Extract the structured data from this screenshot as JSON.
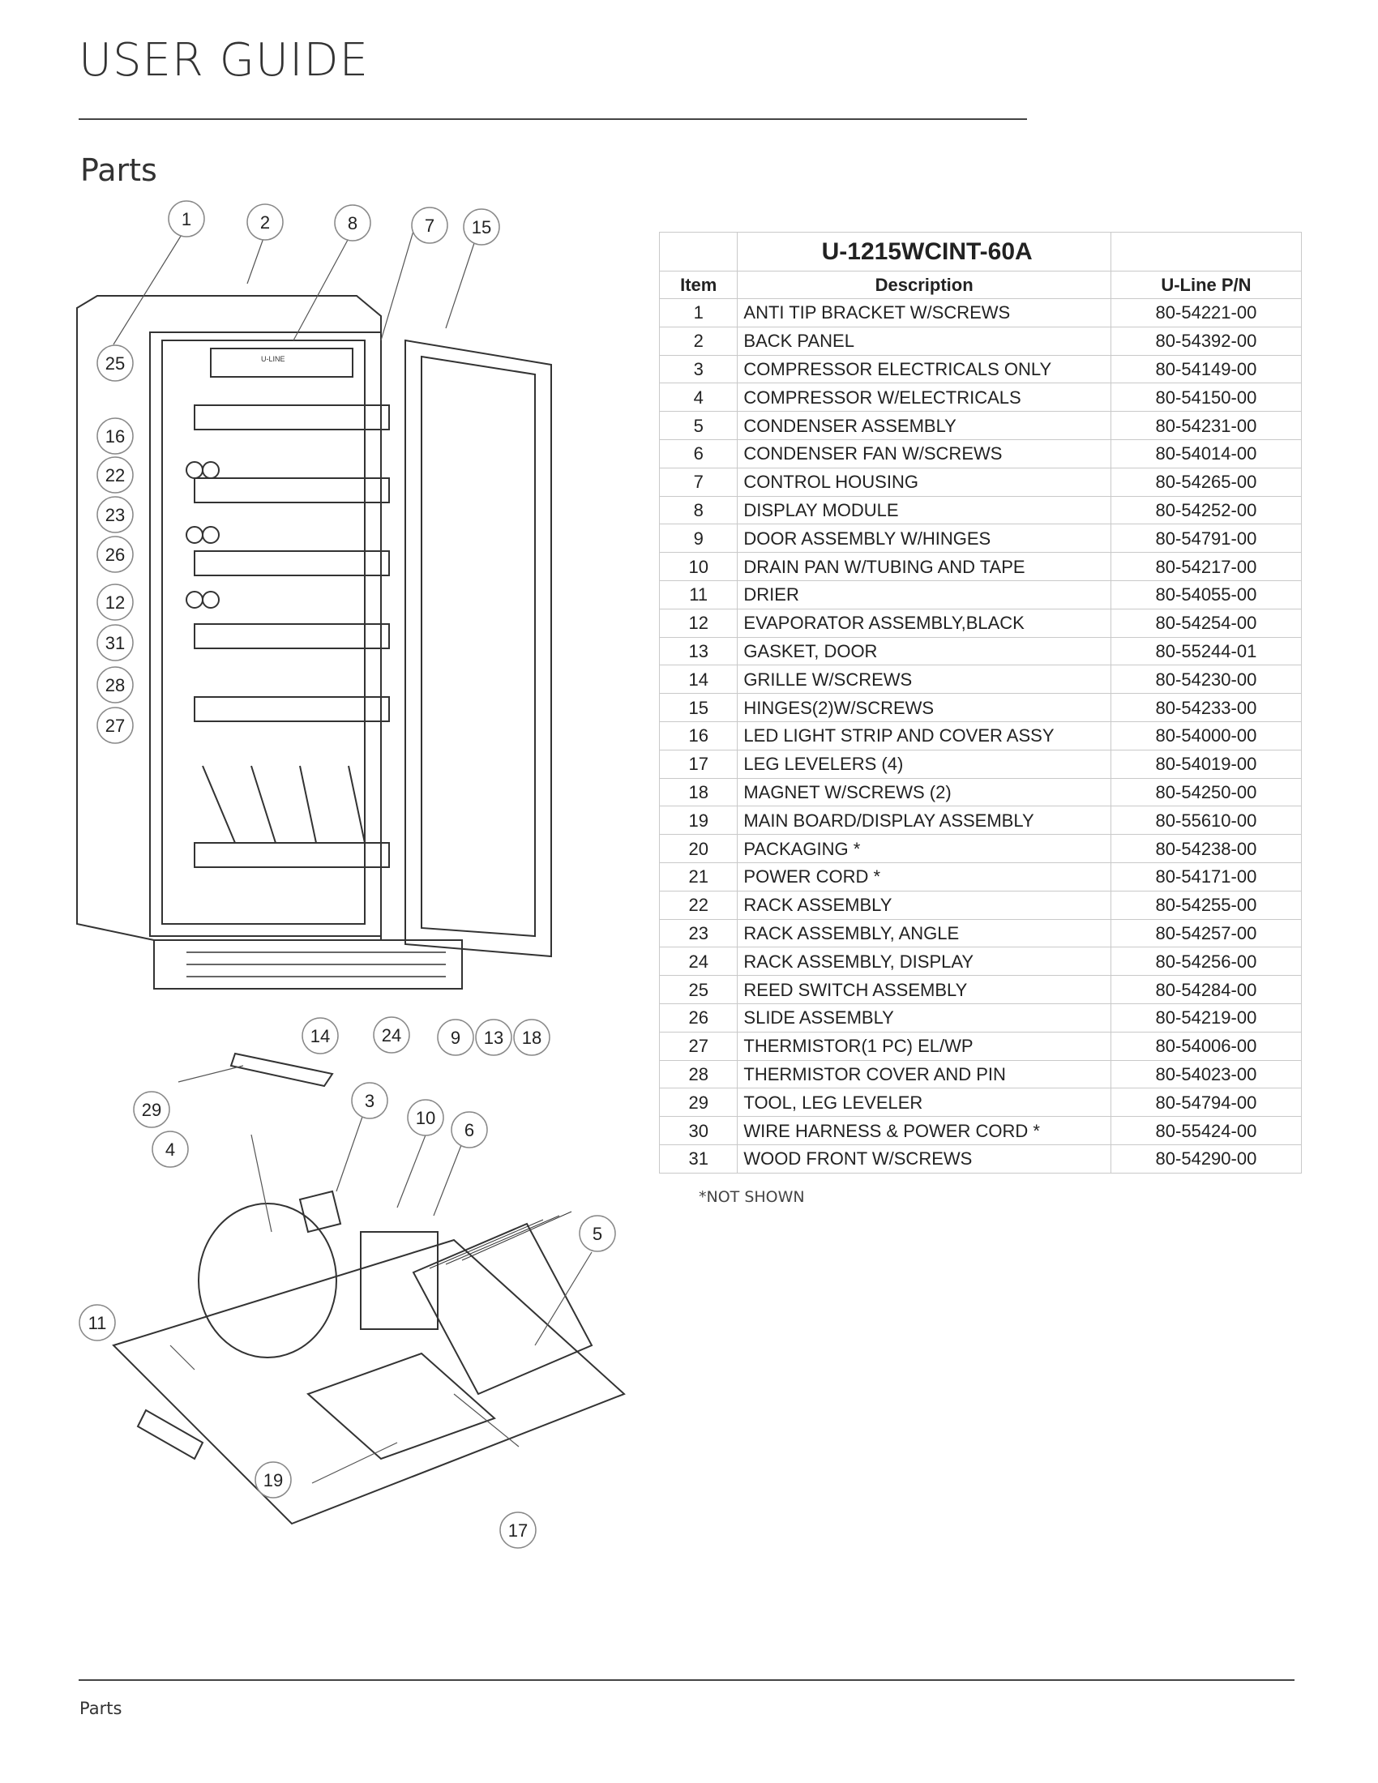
{
  "header": {
    "title": "USER GUIDE"
  },
  "section_title": "Parts",
  "diagram": {
    "callouts": [
      "1",
      "2",
      "8",
      "7",
      "15",
      "25",
      "16",
      "22",
      "23",
      "26",
      "12",
      "31",
      "28",
      "27",
      "14",
      "24",
      "9",
      "13",
      "18",
      "29",
      "3",
      "10",
      "6",
      "4",
      "5",
      "11",
      "19",
      "17"
    ],
    "logo_text": "U-LINE"
  },
  "table": {
    "model": "U-1215WCINT-60A",
    "columns": [
      "Item",
      "Description",
      "U-Line P/N"
    ],
    "rows": [
      {
        "item": "1",
        "description": "ANTI TIP BRACKET W/SCREWS",
        "pn": "80-54221-00"
      },
      {
        "item": "2",
        "description": "BACK PANEL",
        "pn": "80-54392-00"
      },
      {
        "item": "3",
        "description": "COMPRESSOR ELECTRICALS ONLY",
        "pn": "80-54149-00"
      },
      {
        "item": "4",
        "description": "COMPRESSOR W/ELECTRICALS",
        "pn": "80-54150-00"
      },
      {
        "item": "5",
        "description": "CONDENSER ASSEMBLY",
        "pn": "80-54231-00"
      },
      {
        "item": "6",
        "description": "CONDENSER FAN W/SCREWS",
        "pn": "80-54014-00"
      },
      {
        "item": "7",
        "description": "CONTROL HOUSING",
        "pn": "80-54265-00"
      },
      {
        "item": "8",
        "description": "DISPLAY MODULE",
        "pn": "80-54252-00"
      },
      {
        "item": "9",
        "description": "DOOR ASSEMBLY W/HINGES",
        "pn": "80-54791-00"
      },
      {
        "item": "10",
        "description": "DRAIN PAN W/TUBING AND TAPE",
        "pn": "80-54217-00"
      },
      {
        "item": "11",
        "description": "DRIER",
        "pn": "80-54055-00"
      },
      {
        "item": "12",
        "description": "EVAPORATOR ASSEMBLY,BLACK",
        "pn": "80-54254-00"
      },
      {
        "item": "13",
        "description": "GASKET, DOOR",
        "pn": "80-55244-01"
      },
      {
        "item": "14",
        "description": "GRILLE W/SCREWS",
        "pn": "80-54230-00"
      },
      {
        "item": "15",
        "description": "HINGES(2)W/SCREWS",
        "pn": "80-54233-00"
      },
      {
        "item": "16",
        "description": "LED LIGHT STRIP AND COVER ASSY",
        "pn": "80-54000-00"
      },
      {
        "item": "17",
        "description": "LEG LEVELERS (4)",
        "pn": "80-54019-00"
      },
      {
        "item": "18",
        "description": "MAGNET W/SCREWS (2)",
        "pn": "80-54250-00"
      },
      {
        "item": "19",
        "description": "MAIN BOARD/DISPLAY ASSEMBLY",
        "pn": "80-55610-00"
      },
      {
        "item": "20",
        "description": "PACKAGING *",
        "pn": "80-54238-00"
      },
      {
        "item": "21",
        "description": "POWER CORD *",
        "pn": "80-54171-00"
      },
      {
        "item": "22",
        "description": "RACK ASSEMBLY",
        "pn": "80-54255-00"
      },
      {
        "item": "23",
        "description": "RACK ASSEMBLY, ANGLE",
        "pn": "80-54257-00"
      },
      {
        "item": "24",
        "description": "RACK ASSEMBLY, DISPLAY",
        "pn": "80-54256-00"
      },
      {
        "item": "25",
        "description": "REED SWITCH ASSEMBLY",
        "pn": "80-54284-00"
      },
      {
        "item": "26",
        "description": "SLIDE ASSEMBLY",
        "pn": "80-54219-00"
      },
      {
        "item": "27",
        "description": "THERMISTOR(1 PC) EL/WP",
        "pn": "80-54006-00"
      },
      {
        "item": "28",
        "description": "THERMISTOR COVER AND PIN",
        "pn": "80-54023-00"
      },
      {
        "item": "29",
        "description": "TOOL, LEG LEVELER",
        "pn": "80-54794-00"
      },
      {
        "item": "30",
        "description": "WIRE HARNESS & POWER CORD *",
        "pn": "80-55424-00"
      },
      {
        "item": "31",
        "description": "WOOD FRONT W/SCREWS",
        "pn": "80-54290-00"
      }
    ]
  },
  "note": "*NOT SHOWN",
  "footer": {
    "text": "Parts"
  }
}
